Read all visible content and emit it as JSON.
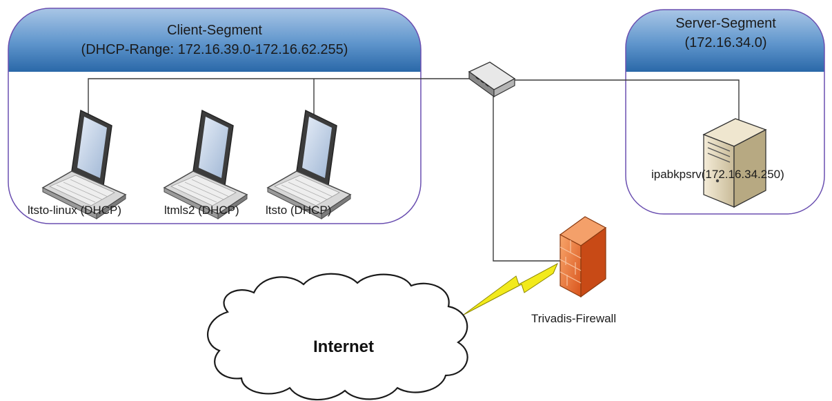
{
  "segments": {
    "client": {
      "title_line1": "Client-Segment",
      "title_line2": "(DHCP-Range: 172.16.39.0-172.16.62.255)"
    },
    "server": {
      "title_line1": "Server-Segment",
      "title_line2": "(172.16.34.0)"
    }
  },
  "nodes": {
    "laptops": [
      {
        "label": "ltsto-linux (DHCP)"
      },
      {
        "label": "ltmls2 (DHCP)"
      },
      {
        "label": "ltsto (DHCP)"
      }
    ],
    "server": {
      "label": "ipabkpsrv(172.16.34.250)"
    },
    "firewall": {
      "label": "Trivadis-Firewall"
    },
    "internet": {
      "label": "Internet"
    }
  },
  "colors": {
    "segment_header_top": "#8db3dc",
    "segment_header_bottom": "#2e6fb0",
    "segment_border": "#6a4fb0",
    "firewall": "#e8722a",
    "lightning": "#f2ea1c"
  }
}
